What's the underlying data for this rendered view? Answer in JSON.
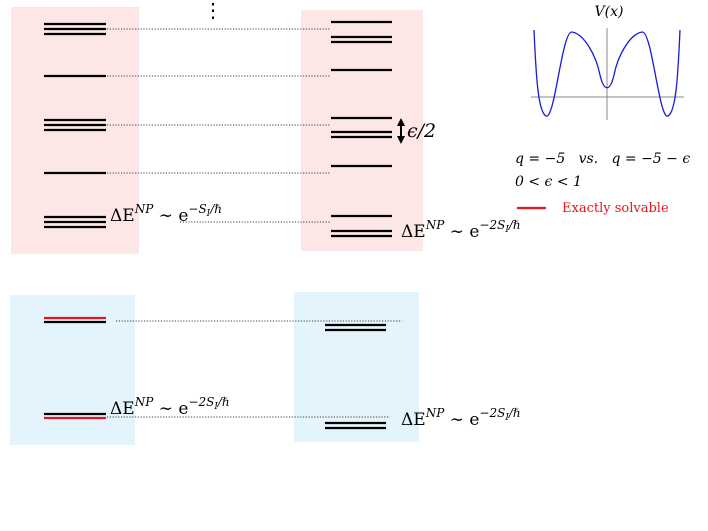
{
  "colors": {
    "pink_panel": "#fde6e6",
    "blue_panel": "#e3f4fd",
    "level": "#000000",
    "solvable": "#e8141b",
    "potential": "#1a1adb",
    "dotted": "#000000",
    "axis": "#888888"
  },
  "labels": {
    "dots": "⋮",
    "potential_title": "V(x)",
    "q_compare": "q = −5   vs.   q = −5 − ϵ",
    "eps_range": "0 < ϵ < 1",
    "legend_solvable": "Exactly solvable",
    "eps_half": "ϵ/2",
    "dE_left_top": {
      "base": "ΔE",
      "sup": "NP",
      "mid": " ∼ e",
      "exp": "−S",
      "expsub": "I",
      "expend": "/ℏ"
    },
    "dE_right_top": {
      "base": "ΔE",
      "sup": "NP",
      "mid": " ∼ e",
      "exp": "−2S",
      "expsub": "I",
      "expend": "/ℏ"
    },
    "dE_left_bottom": {
      "base": "ΔE",
      "sup": "NP",
      "mid": " ∼ e",
      "exp": "−2S",
      "expsub": "I",
      "expend": "/ℏ"
    },
    "dE_right_bottom": {
      "base": "ΔE",
      "sup": "NP",
      "mid": " ∼ e",
      "exp": "−2S",
      "expsub": "I",
      "expend": "/ℏ"
    }
  }
}
